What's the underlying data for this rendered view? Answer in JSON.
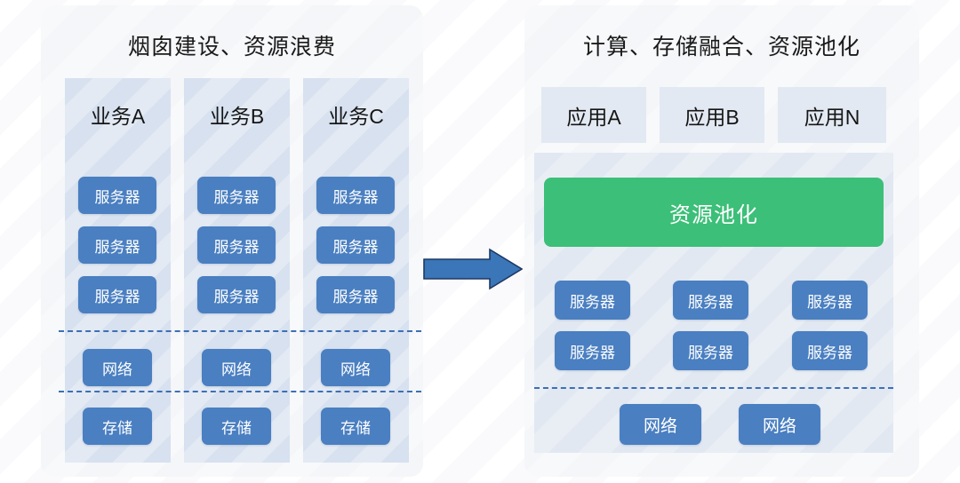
{
  "background": {
    "page_color": "#ffffff",
    "panel_color": "#f8f9fb",
    "column_color": "#d7e1ef",
    "box_blue": "#4a7fc1",
    "accent_green": "#3cbf78",
    "dashed_line_color": "#3d6fb5",
    "app_box_color": "#e3e9f2"
  },
  "left_panel": {
    "title": "烟囱建设、资源浪费",
    "columns": [
      {
        "header": "业务A",
        "servers": [
          "服务器",
          "服务器",
          "服务器"
        ],
        "network": "网络",
        "storage": "存储"
      },
      {
        "header": "业务B",
        "servers": [
          "服务器",
          "服务器",
          "服务器"
        ],
        "network": "网络",
        "storage": "存储"
      },
      {
        "header": "业务C",
        "servers": [
          "服务器",
          "服务器",
          "服务器"
        ],
        "network": "网络",
        "storage": "存储"
      }
    ]
  },
  "arrow": {
    "icon": "right-arrow-icon",
    "direction": "right",
    "fill": "#3a76b8",
    "stroke": "#1f3864"
  },
  "right_panel": {
    "title": "计算、存储融合、资源池化",
    "apps": [
      "应用A",
      "应用B",
      "应用N"
    ],
    "resource_pool": "资源池化",
    "servers": [
      "服务器",
      "服务器",
      "服务器",
      "服务器",
      "服务器",
      "服务器"
    ],
    "networks": [
      "网络",
      "网络"
    ]
  }
}
